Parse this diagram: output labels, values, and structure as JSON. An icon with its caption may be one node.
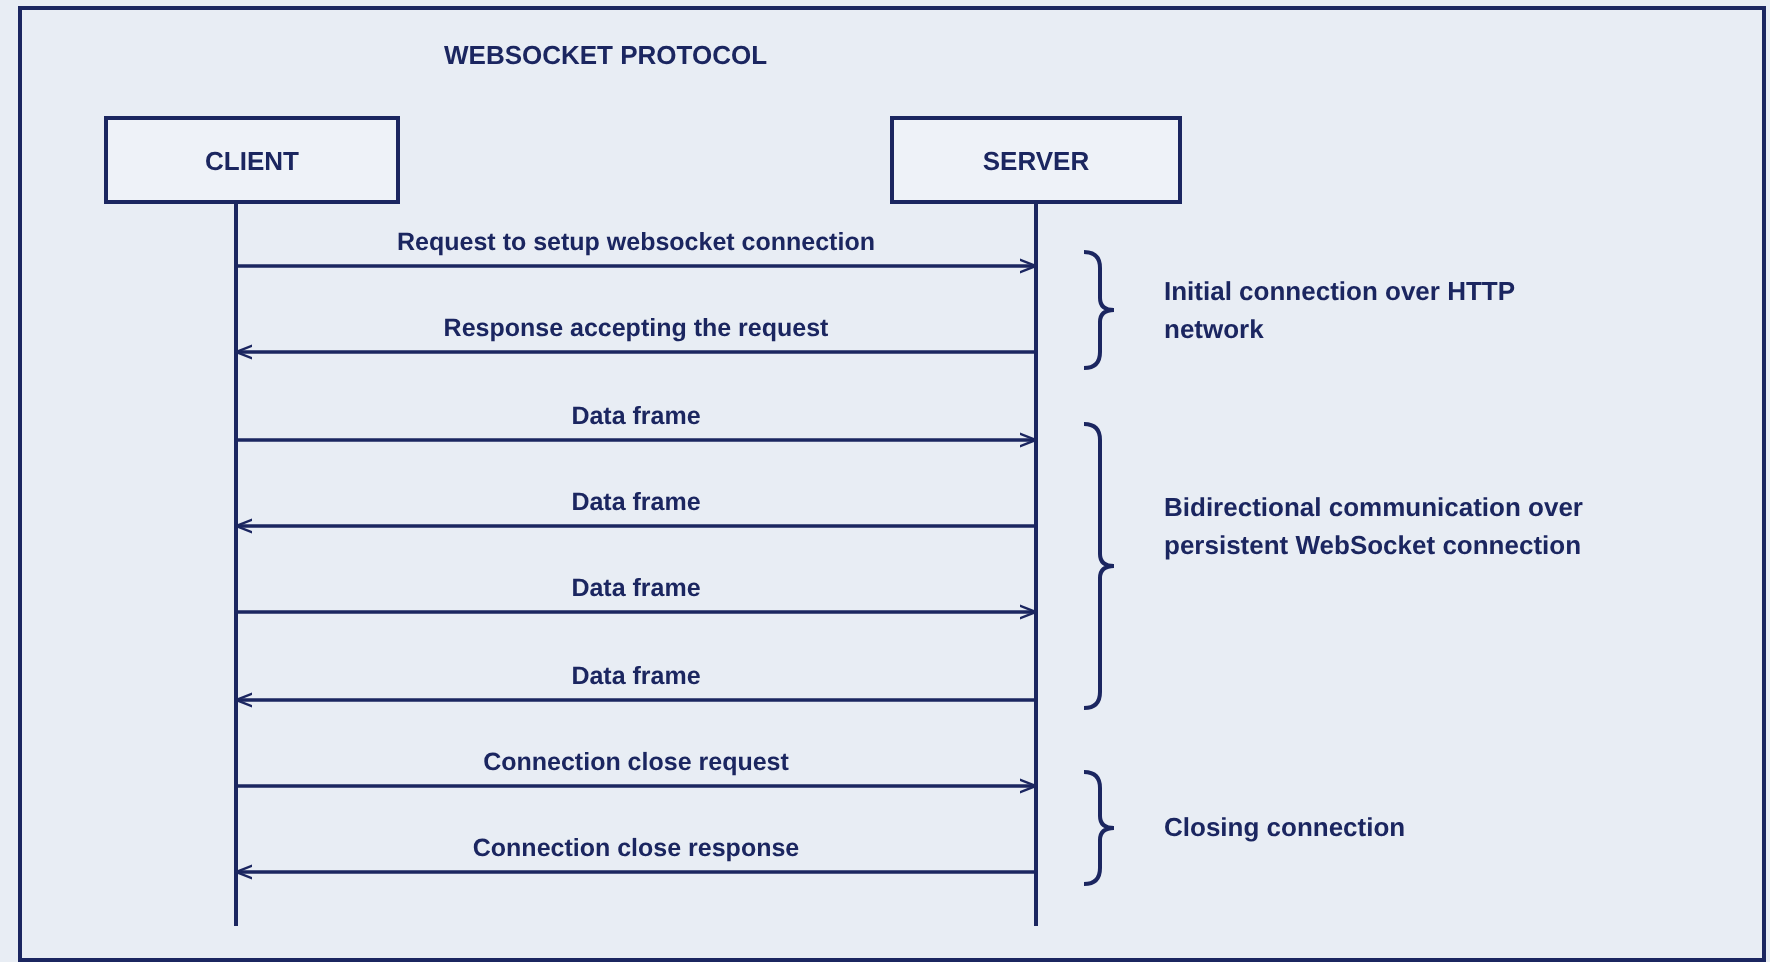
{
  "diagram": {
    "title": "WEBSOCKET PROTOCOL",
    "nodes": [
      {
        "text": [
          "CLIENT"
        ]
      },
      {
        "text": [
          "SERVER"
        ]
      }
    ],
    "edges": [
      {
        "from": 0,
        "to": 1,
        "arrow": "to",
        "label": "Request to setup websocket connection"
      },
      {
        "from": 1,
        "to": 0,
        "arrow": "to",
        "label": "Response accepting the request"
      },
      {
        "from": 0,
        "to": 1,
        "arrow": "to",
        "label": "Data frame"
      },
      {
        "from": 1,
        "to": 0,
        "arrow": "to",
        "label": "Data frame"
      },
      {
        "from": 0,
        "to": 1,
        "arrow": "to",
        "label": "Data frame"
      },
      {
        "from": 1,
        "to": 0,
        "arrow": "to",
        "label": "Data frame"
      },
      {
        "from": 0,
        "to": 1,
        "arrow": "to",
        "label": "Connection close request"
      },
      {
        "from": 1,
        "to": 0,
        "arrow": "to",
        "label": "Connection close response"
      }
    ],
    "labels": [
      "Initial connection over HTTP network",
      "Bidirectional communication over persistent WebSocket connection",
      "Closing connection"
    ]
  }
}
